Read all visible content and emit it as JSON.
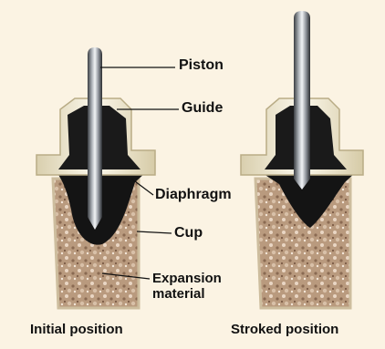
{
  "diagram": {
    "labels": {
      "piston": "Piston",
      "guide": "Guide",
      "diaphragm": "Diaphragm",
      "cup": "Cup",
      "expansion_line1": "Expansion",
      "expansion_line2": "material"
    },
    "captions": {
      "initial": "Initial position",
      "stroked": "Stroked position"
    }
  }
}
